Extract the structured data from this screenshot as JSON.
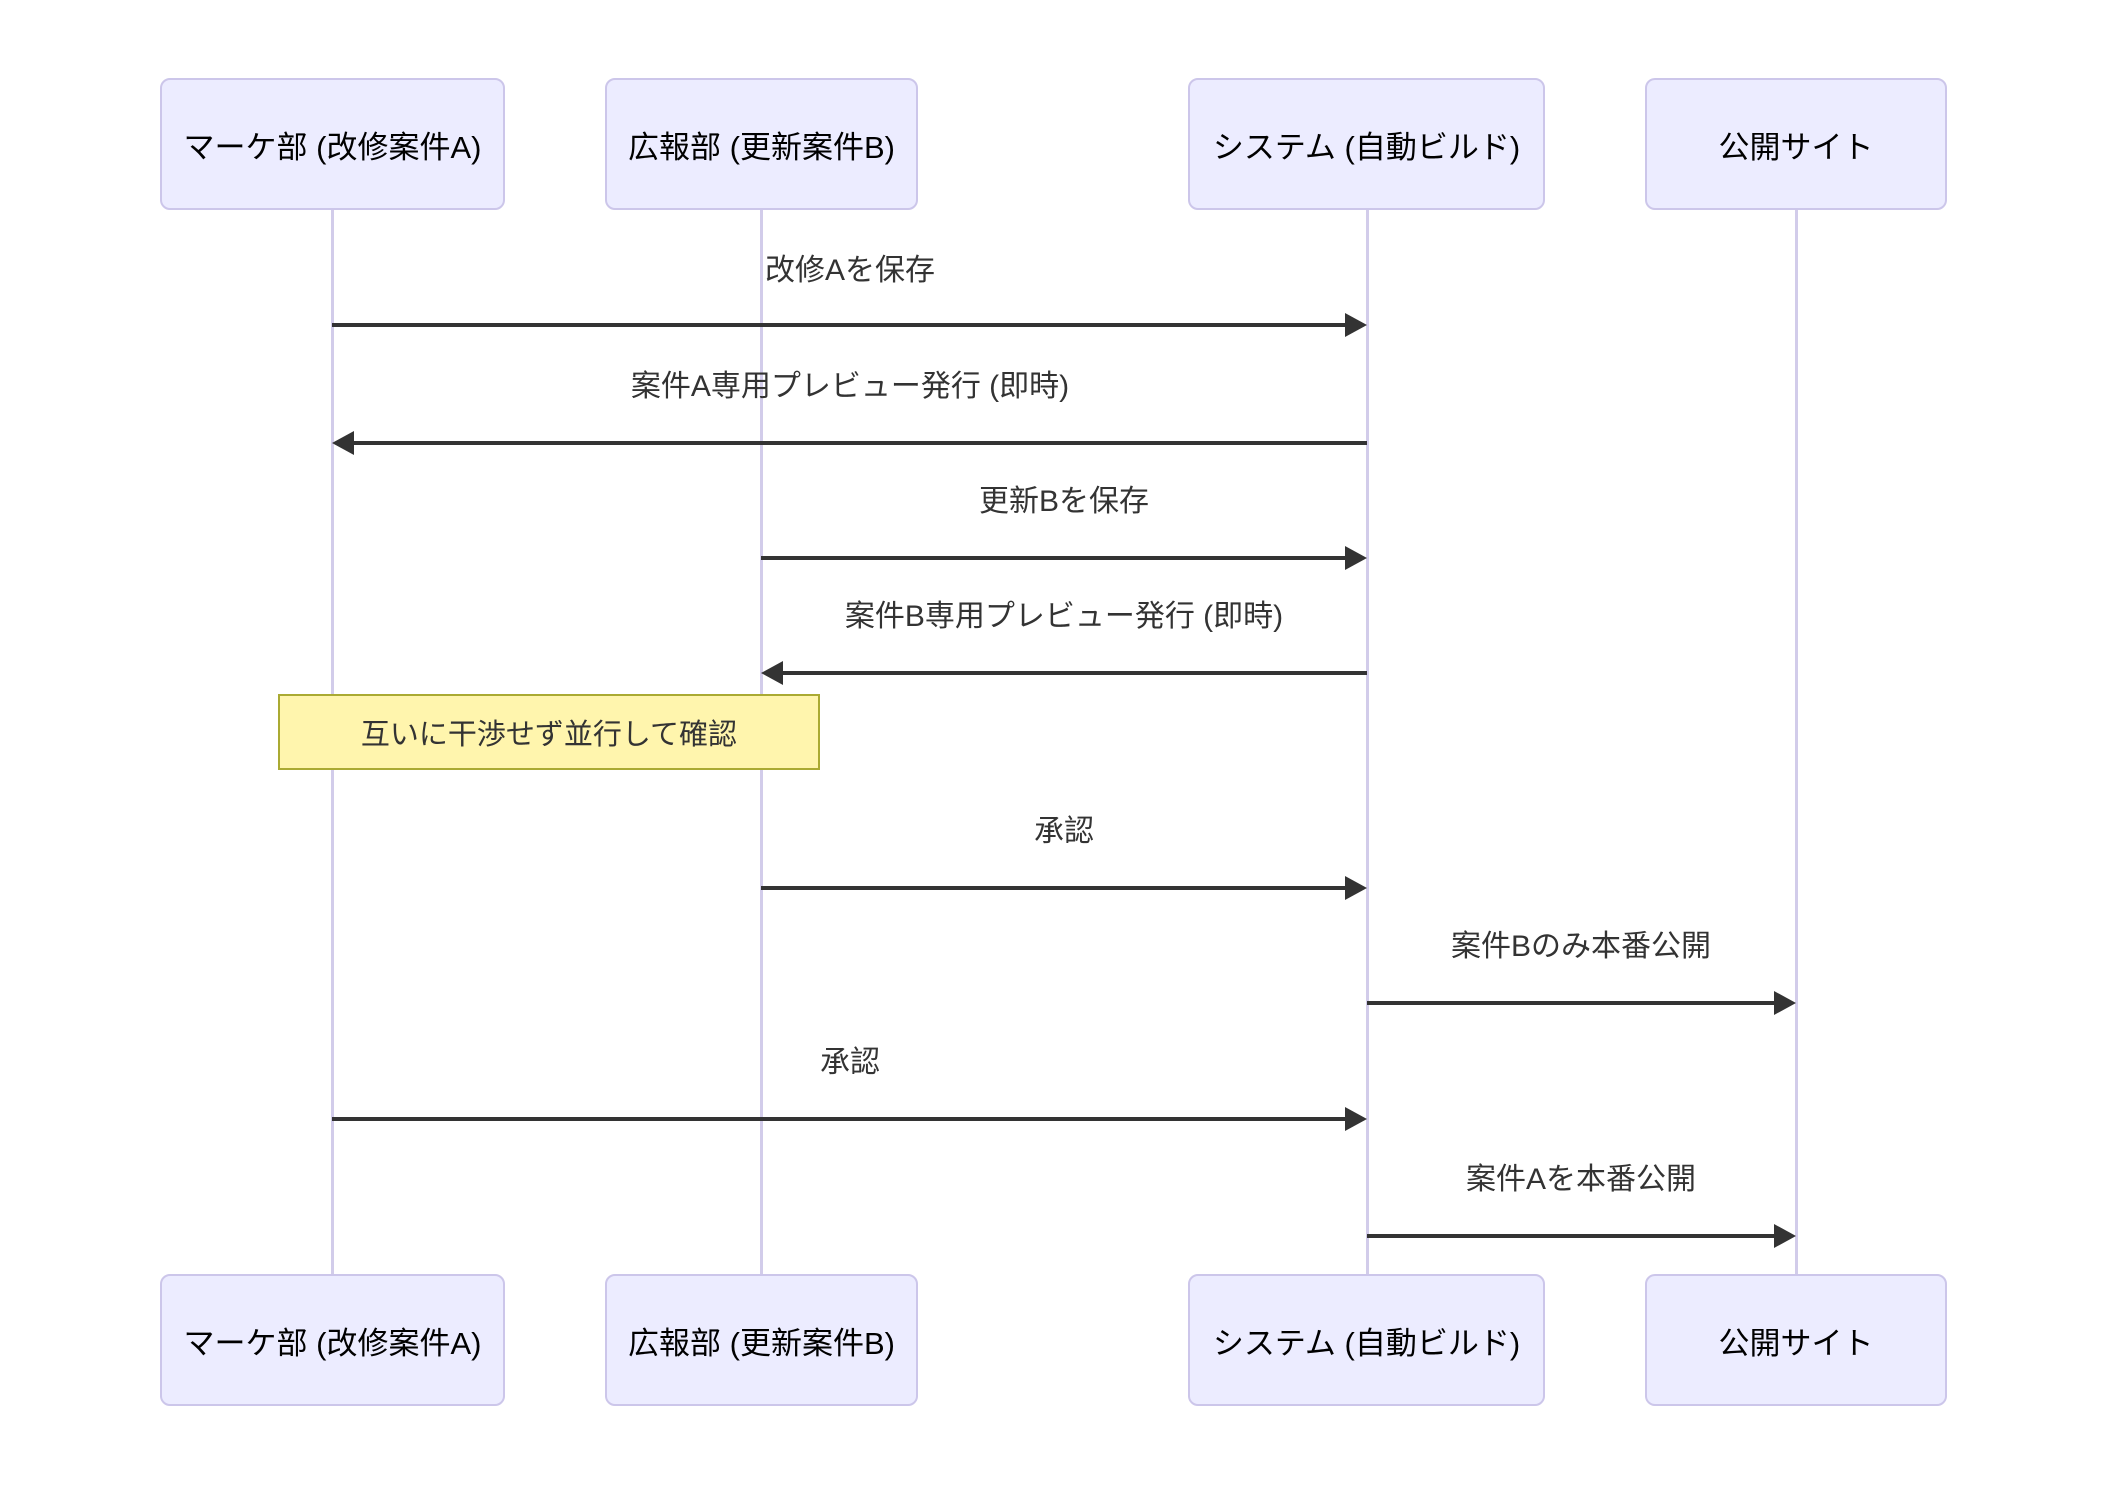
{
  "diagram_type": "sequence-diagram",
  "colors": {
    "background": "#ffffff",
    "actor_fill": "#ECECFF",
    "actor_border": "#CCC6EA",
    "lifeline": "#D2CCEA",
    "arrow": "#333333",
    "text": "#333333",
    "note_fill": "#FFF5AD",
    "note_border": "#AAAA33"
  },
  "actors": [
    {
      "id": "marketing",
      "label": "マーケ部 (改修案件A)"
    },
    {
      "id": "pr",
      "label": "広報部 (更新案件B)"
    },
    {
      "id": "system",
      "label": "システム (自動ビルド)"
    },
    {
      "id": "site",
      "label": "公開サイト"
    }
  ],
  "messages": [
    {
      "from": "marketing",
      "to": "system",
      "direction": "right",
      "label": "改修Aを保存"
    },
    {
      "from": "system",
      "to": "marketing",
      "direction": "left",
      "label": "案件A専用プレビュー発行 (即時)"
    },
    {
      "from": "pr",
      "to": "system",
      "direction": "right",
      "label": "更新Bを保存"
    },
    {
      "from": "system",
      "to": "pr",
      "direction": "left",
      "label": "案件B専用プレビュー発行 (即時)"
    },
    {
      "from": "pr",
      "to": "system",
      "direction": "right",
      "label": "承認"
    },
    {
      "from": "system",
      "to": "site",
      "direction": "right",
      "label": "案件Bのみ本番公開"
    },
    {
      "from": "marketing",
      "to": "system",
      "direction": "right",
      "label": "承認"
    },
    {
      "from": "system",
      "to": "site",
      "direction": "right",
      "label": "案件Aを本番公開"
    }
  ],
  "note": {
    "over": [
      "marketing",
      "pr"
    ],
    "label": "互いに干渉せず並行して確認"
  }
}
